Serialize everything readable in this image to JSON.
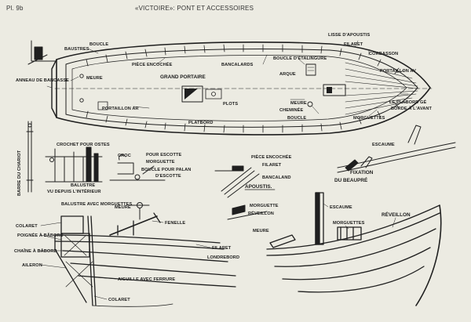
{
  "header": {
    "plate": "Pl. 9b",
    "title": "«VICTOIRE»: PONT ET ACCESSOIRES"
  },
  "labels": {
    "baustres": "BAUSTRES",
    "boucle_top": "BOUCLE",
    "piece_encochee_top": "PIÈCE ENCOCHÉE",
    "bancalards": "BANCALARDS",
    "boucle_etalingure": "BOUCLE D'ÉTALINGURE",
    "lisse_apoustis": "LISSE D'APOUSTIS",
    "filaret_top": "FILARET",
    "corbasson": "CORBASSON",
    "portaillon_av": "PORTAILLON AV",
    "anneau": "ANNEAU DE BANCASSE",
    "meure_top": "MEURE",
    "grand_portaire": "GRAND PORTAIRE",
    "arque": "ARQUE",
    "plots": "PLOTS",
    "portaillon_ar": "PORTAILLON AR",
    "meure_mid": "MEURE",
    "cheminee": "CHEMINÉE",
    "boucle_mid": "BOUCLE",
    "plabord_ge": "LE PLABORD GÉ",
    "borde": "BORDE À L'AVANT",
    "morguettes_top": "MORGUETTES",
    "platbord": "PLATBORD",
    "barre": "BARRE DU CHARIOT",
    "crochet": "CROCHET POUR OSTES",
    "croc": "CROC",
    "pour_escotte": "POUR ESCOTTE",
    "morguette": "MORGUETTE",
    "boucle_palan": "BOUCLE POUR PALAN",
    "descotte": "D'ESCOTTE",
    "piece_encochee_mid": "PIÈCE ENCOCHÉE",
    "filaret_mid": "FILARET",
    "bancaland": "BANCALAND",
    "apoustis": "APOUSTIS.",
    "escaume_top": "ESCAUME",
    "fixation": "FIXATION",
    "du_beaupre": "DU BEAUPRÉ",
    "balustre": "BALUSTRE",
    "vu_depuis": "VU DEPUIS L'INTÉRIEUR",
    "balustre_morguettes": "BALUSTRE AVEC MORGUETTES",
    "meure_low": "MEURE",
    "morguette_low": "MORGUETTE",
    "reveillon_low": "RÉVEILLON",
    "escaume_low": "ESCAUME",
    "morguettes_low": "MORGUETTES",
    "reveillon_right": "RÉVEILLON",
    "fenelle": "FENELLE",
    "meure_bottom": "MEURE",
    "colaret": "COLARET",
    "poignee": "POIGNÉE À BÂBORD",
    "chaine": "CHAÎNE À BÂBORD",
    "aileron": "AILERON",
    "filaret_low": "FILARET",
    "londrebord": "LONDREBORD",
    "aiguille": "AIGUILLE AVEC FERRURE",
    "colaret_bottom": "COLARET"
  }
}
